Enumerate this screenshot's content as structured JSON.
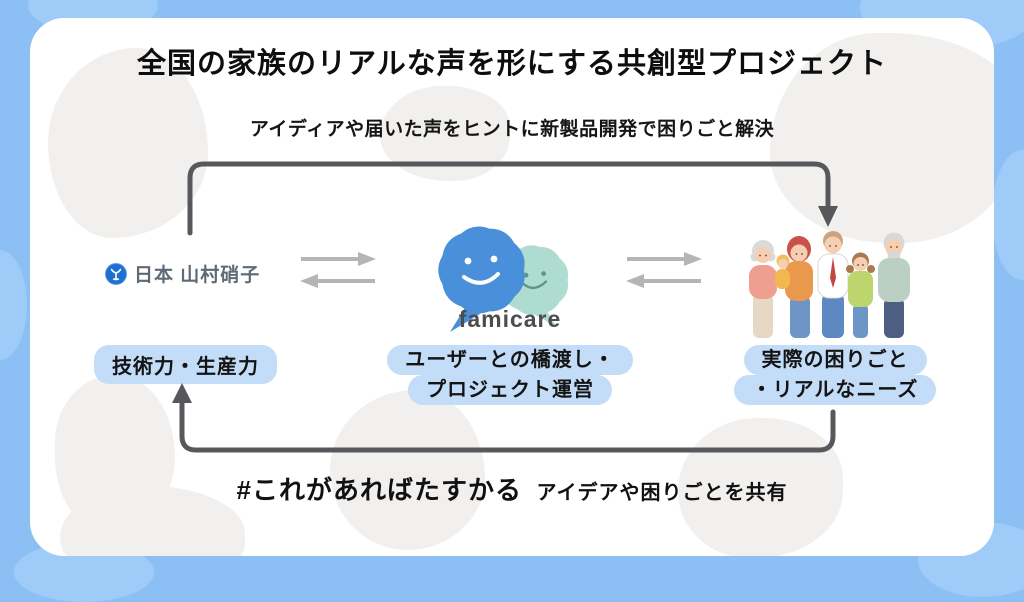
{
  "header": {
    "title": "全国の家族のリアルな声を形にする共創型プロジェクト",
    "subtitle": "アイディアや届いた声をヒントに新製品開発で困りごと解決"
  },
  "nodes": {
    "company": {
      "logo_text": "日本 山村硝子",
      "pill": "技術力・生産力"
    },
    "platform": {
      "wordmark": "famicare",
      "pill_line1": "ユーザーとの橋渡し・",
      "pill_line2": "プロジェクト運営"
    },
    "users": {
      "pill_line1": "実際の困りごと",
      "pill_line2": "・リアルなニーズ"
    }
  },
  "footer": {
    "hashtag": "#これがあればたすかる",
    "caption": "アイデアや困りごとを共有"
  },
  "icons": {
    "yamamura_emblem": "blue-globe-emblem",
    "famicare_mascot": "two-speech-bubble-characters",
    "family": "three-generation-family-illustration",
    "top_arrow": "loop-arrow-company-to-family",
    "bottom_arrow": "loop-arrow-family-to-company",
    "exchange_arrows": "bidirectional-exchange-arrows"
  },
  "colors": {
    "background": "#8cc0f5",
    "card": "#ffffff",
    "blob_gray": "#f1f0ee",
    "pill_blue": "#c3dcf7",
    "loop_arrow": "#57585b",
    "exchange_arrow": "#b5b5b5",
    "mascot_blue": "#4a8fd9",
    "mascot_mint": "#aedcd0",
    "logo_emblem_blue": "#1e6fd0",
    "text_dark": "#111111"
  }
}
